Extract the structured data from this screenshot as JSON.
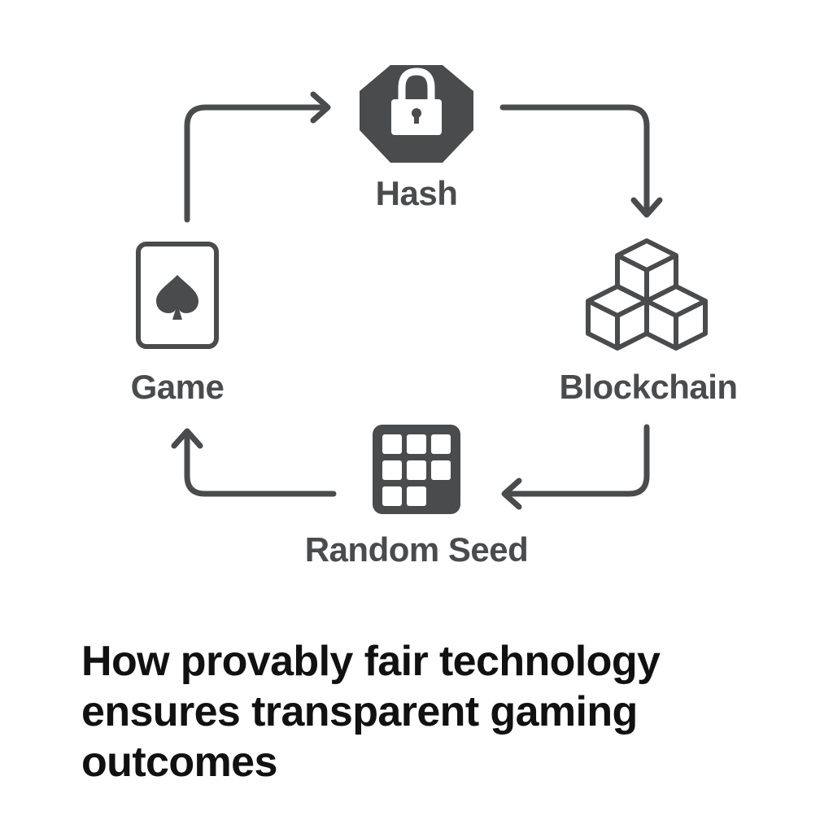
{
  "colors": {
    "icon": "#4a4b4d",
    "label": "#4a4b4d",
    "caption": "#111111",
    "background": "#ffffff"
  },
  "nodes": {
    "hash": {
      "label": "Hash",
      "icon": "lock-icon"
    },
    "blockchain": {
      "label": "Blockchain",
      "icon": "blocks-icon"
    },
    "random_seed": {
      "label": "Random Seed",
      "icon": "grid-icon"
    },
    "game": {
      "label": "Game",
      "icon": "spade-card-icon"
    }
  },
  "flow": [
    "Game",
    "Hash",
    "Blockchain",
    "Random Seed",
    "Game"
  ],
  "caption": "How provably fair technology ensures transparent gaming outcomes"
}
